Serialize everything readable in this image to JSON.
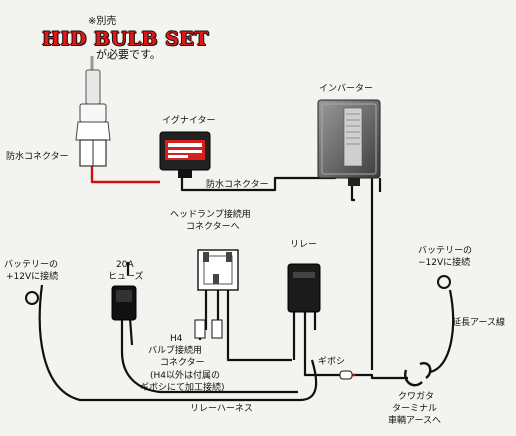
{
  "header": {
    "note": "※別売",
    "title": "HID BULB SET",
    "subtitle": "が必要です。"
  },
  "labels": {
    "waterproof_connector_left": "防水コネクター",
    "igniter": "イグナイター",
    "inverter": "インバーター",
    "waterproof_connector_mid": "防水コネクター",
    "headlamp_connector_line1": "ヘッドランプ接続用",
    "headlamp_connector_line2": "コネクターへ",
    "relay": "リレー",
    "fuse_line1": "20A",
    "fuse_line2": "ヒューズ",
    "battery_pos_line1": "バッテリーの",
    "battery_pos_line2": "+12Vに接続",
    "battery_neg_line1": "バッテリーの",
    "battery_neg_line2": "−12Vに接続",
    "ground_ext": "延長アース線",
    "h4_line1": "H4",
    "h4_line2": "バルブ接続用",
    "h4_line3": "コネクター",
    "h4_line4": "(H4以外は付属の",
    "h4_line5": "ギボシにて加工接続)",
    "gibo": "ギボシ",
    "terminal_line1": "クワガタ",
    "terminal_line2": "ターミナル",
    "terminal_line3": "車輌アースへ",
    "harness": "リレーハーネス"
  }
}
